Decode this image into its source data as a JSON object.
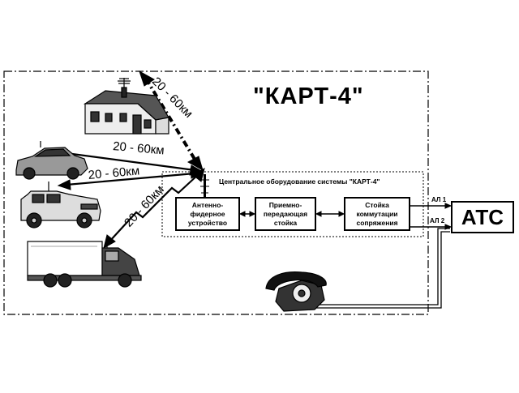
{
  "diagram": {
    "system_title": "\"КАРТ-4\"",
    "central_equipment_label": "Центральное оборудование системы \"КАРТ-4\"",
    "blocks": {
      "antenna_feeder": "Антенно-\nфидерное\nустройство",
      "transceiver": "Приемно-\nпередающая\nстойка",
      "switching_rack": "Стойка\nкоммутации\nсопряжения"
    },
    "ats": "АТС",
    "lines": {
      "al1": "АЛ 1",
      "al2": "АЛ 2"
    },
    "distances": {
      "house": "20 - 60км",
      "car": "20 - 60км",
      "jeep": "20 - 60км",
      "truck": "20 - 60км"
    },
    "icons": [
      "house-icon",
      "car-icon",
      "jeep-icon",
      "truck-icon",
      "telephone-icon",
      "antenna-icon"
    ]
  }
}
